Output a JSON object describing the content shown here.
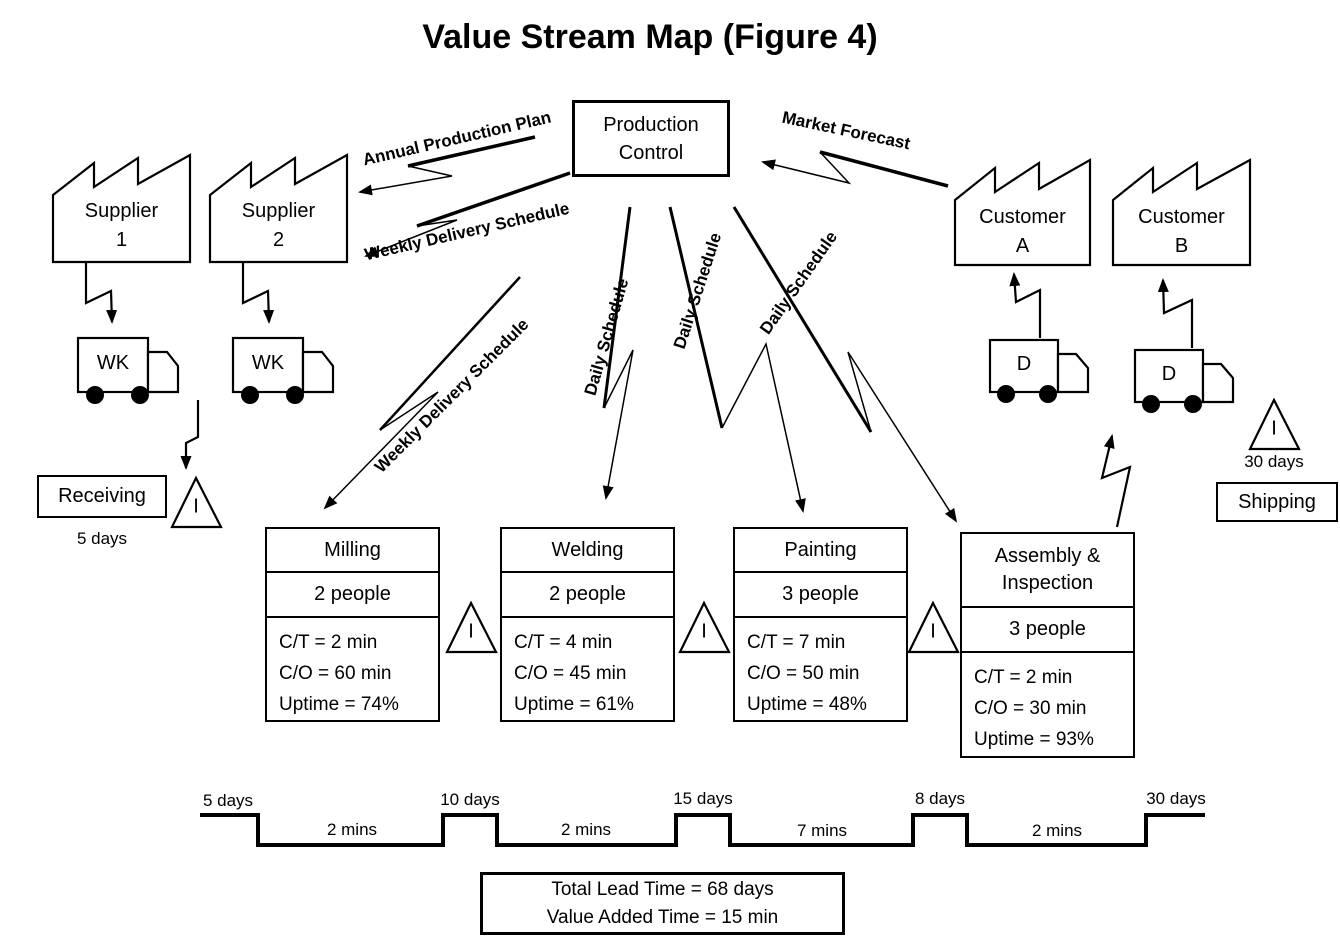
{
  "title": "Value Stream Map (Figure 4)",
  "colors": {
    "ink": "#000000",
    "paper": "#ffffff"
  },
  "production_control": {
    "label": "Production Control"
  },
  "info_flows": {
    "annual_production_plan": "Annual Production Plan",
    "weekly_delivery_schedule_top": "Weekly Delivery Schedule",
    "weekly_delivery_schedule_to_milling": "Weekly Delivery Schedule",
    "daily_schedule_welding": "Daily Schedule",
    "daily_schedule_painting": "Daily Schedule",
    "daily_schedule_assembly": "Daily Schedule",
    "market_forecast": "Market Forecast"
  },
  "suppliers": [
    {
      "line1": "Supplier",
      "line2": "1",
      "truck_label": "WK"
    },
    {
      "line1": "Supplier",
      "line2": "2",
      "truck_label": "WK"
    }
  ],
  "customers": [
    {
      "line1": "Customer",
      "line2": "A",
      "truck_label": "D"
    },
    {
      "line1": "Customer",
      "line2": "B",
      "truck_label": "D"
    }
  ],
  "receiving": {
    "label": "Receiving",
    "wait": "5 days"
  },
  "shipping": {
    "label": "Shipping",
    "wait": "30 days"
  },
  "inventory_symbol": "I",
  "processes": [
    {
      "name": "Milling",
      "people": "2 people",
      "stats": [
        "C/T = 2 min",
        "C/O = 60 min",
        "Uptime = 74%"
      ]
    },
    {
      "name": "Welding",
      "people": "2 people",
      "stats": [
        "C/T = 4 min",
        "C/O = 45 min",
        "Uptime = 61%"
      ]
    },
    {
      "name": "Painting",
      "people": "3 people",
      "stats": [
        "C/T = 7 min",
        "C/O = 50 min",
        "Uptime = 48%"
      ]
    },
    {
      "name": "Assembly & Inspection",
      "people": "3 people",
      "stats": [
        "C/T = 2 min",
        "C/O = 30 min",
        "Uptime = 93%"
      ]
    }
  ],
  "timeline": {
    "lead_times": [
      "5 days",
      "10 days",
      "15 days",
      "8 days",
      "30 days"
    ],
    "process_times": [
      "2 mins",
      "2 mins",
      "7 mins",
      "2 mins"
    ]
  },
  "summary": {
    "line1": "Total Lead Time = 68 days",
    "line2": "Value Added Time = 15 min"
  }
}
